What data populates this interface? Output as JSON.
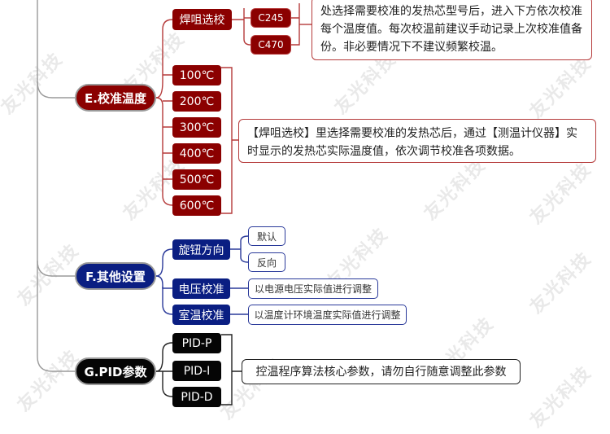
{
  "watermark_text": "友光科技",
  "colors": {
    "red": "#8b0000",
    "navy": "#0a1e82",
    "black": "#050505",
    "red_line": "#b53a3a",
    "navy_line": "#2a3a9a",
    "trunk": "#9a9a9a"
  },
  "section_e": {
    "title": "E.校准温度",
    "selector_label": "焊咀选校",
    "models": [
      "C245",
      "C470"
    ],
    "model_note": "处选择需要校准的发热芯型号后，进入下方依次校准每个温度值。每次校温前建议手动记录上次校准值备份。非必要情况下不建议频繁校温。",
    "temperatures": [
      "100℃",
      "200℃",
      "300℃",
      "400℃",
      "500℃",
      "600℃"
    ],
    "temp_note": "【焊咀选校】里选择需要校准的发热芯后，通过【测温计仪器】实时显示的发热芯实际温度值，依次调节校准各项数据。"
  },
  "section_f": {
    "title": "F.其他设置",
    "knob_label": "旋钮方向",
    "knob_options": [
      "默认",
      "反向"
    ],
    "voltage_label": "电压校准",
    "voltage_note": "以电源电压实际值进行调整",
    "room_label": "室温校准",
    "room_note": "以温度计环境温度实际值进行调整"
  },
  "section_g": {
    "title": "G.PID参数",
    "params": [
      "PID-P",
      "PID-I",
      "PID-D"
    ],
    "note": "控温程序算法核心参数，请勿自行随意调整此参数"
  }
}
